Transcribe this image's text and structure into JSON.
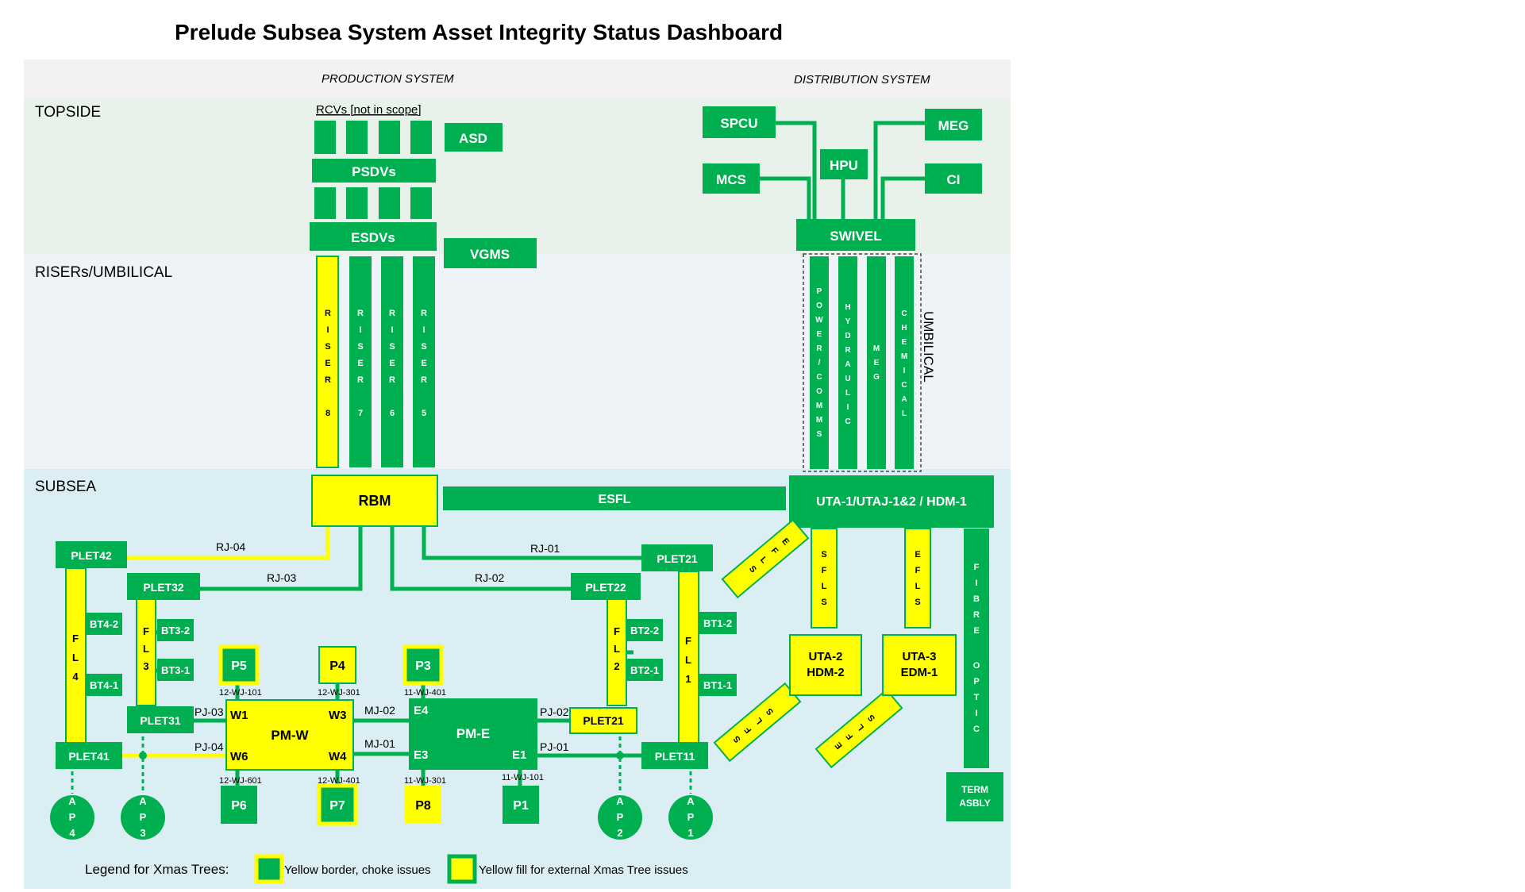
{
  "title": "Prelude Subsea System Asset Integrity Status Dashboard",
  "colors": {
    "green": "#00b050",
    "yellow": "#ffff00",
    "dark_green": "#00a04a",
    "header_gray": "#f2f2f2",
    "topside_bg": "#e8f2ea",
    "risers_bg": "#eef3f8",
    "subsea_bg": "#dbeef3"
  },
  "sections": {
    "production": "PRODUCTION SYSTEM",
    "distribution": "DISTRIBUTION SYSTEM",
    "topside": "TOPSIDE",
    "risers": "RISERs/UMBILICAL",
    "subsea": "SUBSEA"
  },
  "topside": {
    "rcvs_label": "RCVs [not in scope]",
    "asd": "ASD",
    "psdvs": "PSDVs",
    "esdvs": "ESDVs",
    "vgms": "VGMS",
    "spcu": "SPCU",
    "mcs": "MCS",
    "hpu": "HPU",
    "meg": "MEG",
    "ci": "CI",
    "swivel": "SWIVEL"
  },
  "risers": [
    "RISER 8",
    "RISER 7",
    "RISER 6",
    "RISER 5"
  ],
  "umbilical": {
    "label": "UMBILICAL",
    "lines": [
      "POWER/COMMS",
      "HYDRAULIC",
      "MEG",
      "CHEMICAL"
    ]
  },
  "subsea": {
    "rbm": "RBM",
    "esfl": "ESFL",
    "uta1": "UTA-1/UTAJ-1&2 / HDM-1",
    "uta2_line1": "UTA-2",
    "uta2_line2": "HDM-2",
    "uta3_line1": "UTA-3",
    "uta3_line2": "EDM-1",
    "fibre_optic": "FIBRE OPTIC",
    "term_line1": "TERM",
    "term_line2": "ASBLY",
    "sfls": "SFLS",
    "efls": "EFLS",
    "plets": {
      "plet42": "PLET42",
      "plet32": "PLET32",
      "plet31": "PLET31",
      "plet41": "PLET41",
      "plet21_top": "PLET21",
      "plet22": "PLET22",
      "plet21_mid": "PLET21",
      "plet11": "PLET11"
    },
    "jumpers": {
      "rj04": "RJ-04",
      "rj03": "RJ-03",
      "rj02": "RJ-02",
      "rj01": "RJ-01",
      "pj03": "PJ-03",
      "pj04": "PJ-04",
      "pj02": "PJ-02",
      "pj01": "PJ-01",
      "mj02": "MJ-02",
      "mj01": "MJ-01"
    },
    "flowlines": {
      "fl4": "FL4",
      "fl3": "FL3",
      "fl2": "FL2",
      "fl1": "FL1"
    },
    "bts": {
      "bt42": "BT4-2",
      "bt41": "BT4-1",
      "bt32": "BT3-2",
      "bt31": "BT3-1",
      "bt22": "BT2-2",
      "bt21": "BT2-1",
      "bt12": "BT1-2",
      "bt11": "BT1-1"
    },
    "manifolds": {
      "pmw": "PM-W",
      "pme": "PM-E",
      "w1": "W1",
      "w3": "W3",
      "w6": "W6",
      "w4": "W4",
      "e4": "E4",
      "e3": "E3",
      "e1": "E1"
    },
    "wells": {
      "p5": "P5",
      "p4": "P4",
      "p3": "P3",
      "p6": "P6",
      "p7": "P7",
      "p8": "P8",
      "p1": "P1"
    },
    "wj": {
      "w12_101": "12-WJ-101",
      "w12_301": "12-WJ-301",
      "w11_401": "11-WJ-401",
      "w12_601": "12-WJ-601",
      "w12_401": "12-WJ-401",
      "w11_301": "11-WJ-301",
      "w11_101": "11-WJ-101"
    },
    "aps": [
      "AP4",
      "AP3",
      "AP2",
      "AP1"
    ]
  },
  "legend": {
    "title": "Legend for Xmas Trees:",
    "border": "Yellow border, choke issues",
    "fill": "Yellow fill for external Xmas Tree issues"
  }
}
